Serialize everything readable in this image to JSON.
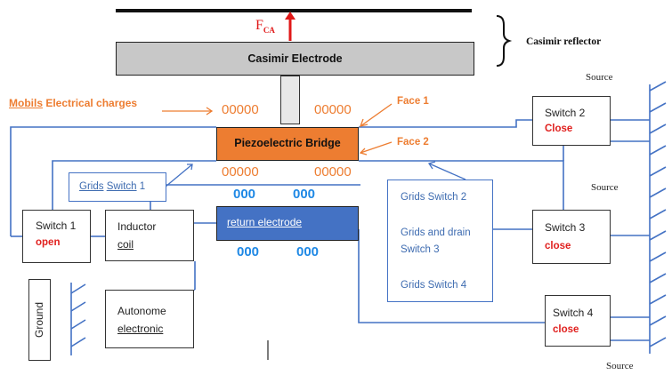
{
  "reflector": {
    "force_symbol": "F",
    "force_subscript": "CA",
    "label": "Casimir reflector"
  },
  "casimir_electrode": {
    "label": "Casimir Electrode"
  },
  "mobile_charges": {
    "label_word1": "Mobils",
    "label_rest": "Electrical charges",
    "charges_top_left": "00000",
    "charges_top_right": "00000"
  },
  "faces": {
    "face1": "Face 1",
    "face2": "Face 2"
  },
  "piezo_bridge": {
    "label": "Piezoelectric Bridge",
    "charges_bottom_left": "00000",
    "charges_bottom_right": "00000"
  },
  "return_electrode": {
    "label": "return electrode",
    "charges_top_left": "000",
    "charges_top_right": "000",
    "charges_bottom_left": "000",
    "charges_bottom_right": "000"
  },
  "grids_switch_1": {
    "word1": "Grids",
    "word2": "Switch",
    "num": "1"
  },
  "grids_panel": {
    "line1": "Grids Switch 2",
    "line2a": "Grids and drain",
    "line2b": "Switch 3",
    "line3": "Grids Switch 4"
  },
  "switches": [
    {
      "name": "Switch 1",
      "state": "open"
    },
    {
      "name": "Switch 2",
      "state": "Close"
    },
    {
      "name": "Switch 3",
      "state": "close"
    },
    {
      "name": "Switch 4",
      "state": "close"
    }
  ],
  "inductor": {
    "line1": "Inductor",
    "line2": "coil"
  },
  "autonome": {
    "line1": "Autonome",
    "line2": "electronic"
  },
  "ground": {
    "label": "Ground"
  },
  "sources": [
    "Source",
    "Source",
    "Source"
  ],
  "colors": {
    "wire": "#4472c4",
    "orange_fill": "#ed7d31",
    "return_fill": "#4472c4",
    "electrode_fill": "#c8c8c8",
    "state_red": "#e0201e",
    "charge_blue": "#1e88e5"
  }
}
